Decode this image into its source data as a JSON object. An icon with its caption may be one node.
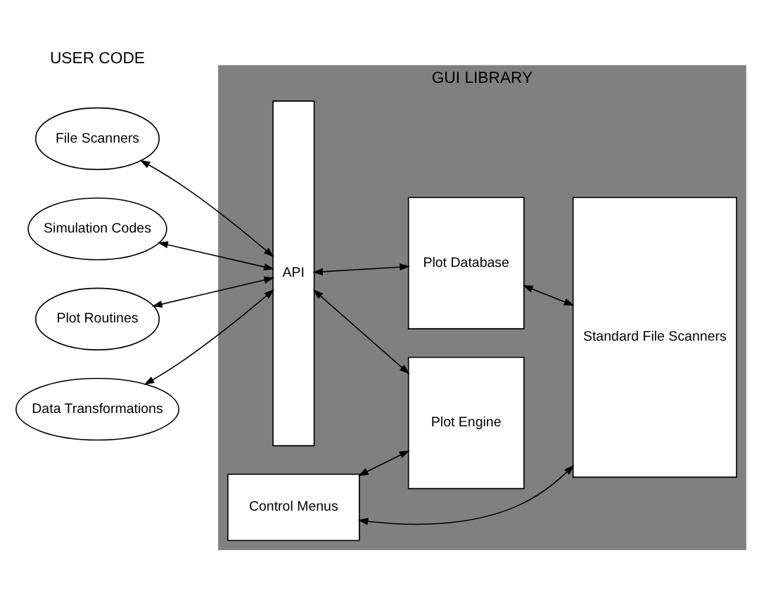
{
  "diagram": {
    "nodes": [
      {
        "text": [
          "GUI LIBRARY"
        ]
      },
      {
        "text": [
          "File Scanners"
        ]
      },
      {
        "text": [
          "Simulation Codes"
        ]
      },
      {
        "text": [
          "Plot Routines"
        ]
      },
      {
        "text": [
          "Data Transformations"
        ]
      },
      {
        "text": [
          "API"
        ],
        "in": 0
      },
      {
        "text": [
          "Control Menus"
        ],
        "in": 0
      },
      {
        "text": [
          "Plot Engine"
        ],
        "in": 0
      },
      {
        "text": [
          "Plot Database"
        ],
        "in": 0
      },
      {
        "text": [
          "Standard File Scanners"
        ],
        "in": 0
      }
    ],
    "edges": [
      {
        "from": 1,
        "to": 5,
        "arrow": "both"
      },
      {
        "from": 2,
        "to": 5,
        "arrow": "both"
      },
      {
        "from": 3,
        "to": 5,
        "arrow": "both"
      },
      {
        "from": 4,
        "to": 5,
        "arrow": "both"
      },
      {
        "from": 5,
        "to": 7,
        "arrow": "both"
      },
      {
        "from": 5,
        "to": 8,
        "arrow": "both"
      },
      {
        "from": 6,
        "to": 7,
        "arrow": "both"
      },
      {
        "from": 6,
        "to": 9,
        "arrow": "both"
      },
      {
        "from": 8,
        "to": 9,
        "arrow": "both"
      }
    ],
    "labels": [
      "USER CODE"
    ]
  }
}
